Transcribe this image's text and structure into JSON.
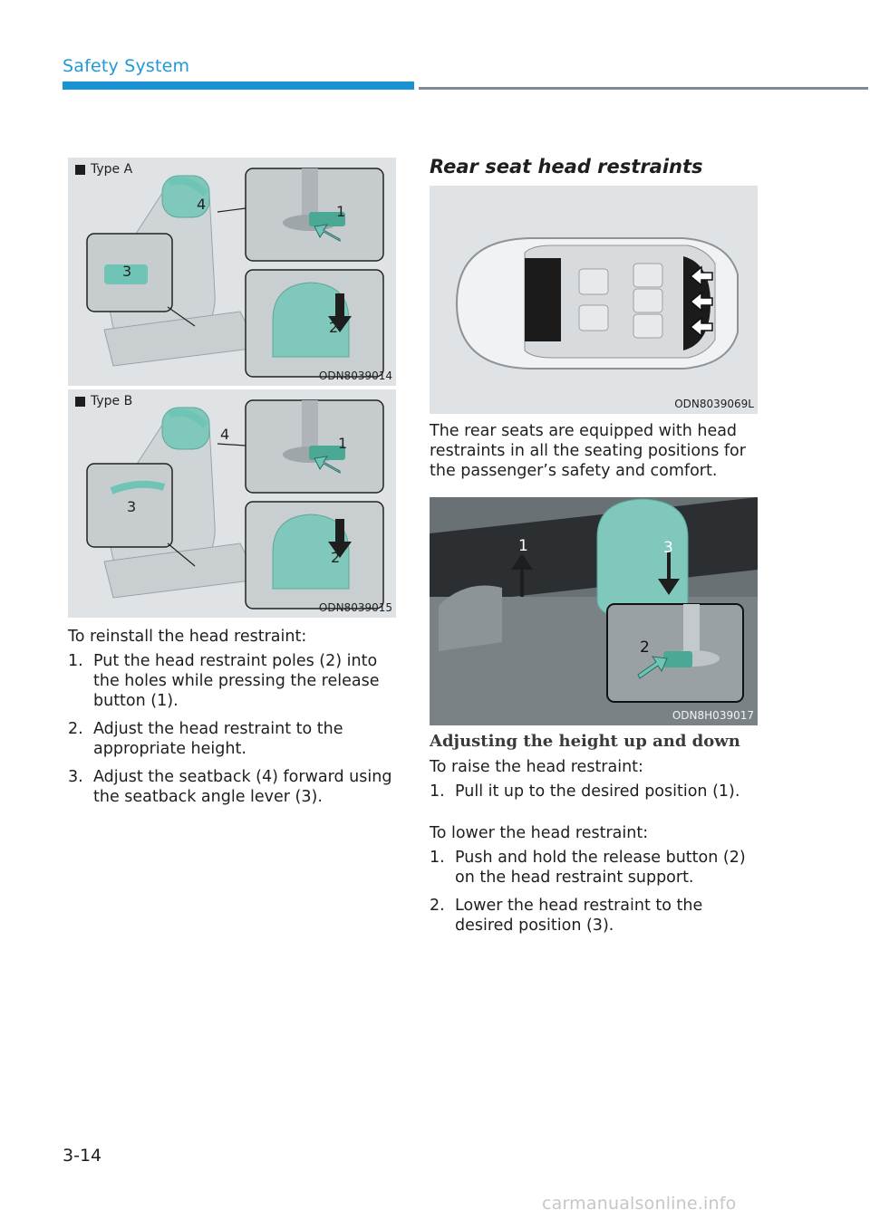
{
  "header": {
    "title": "Safety System"
  },
  "figures": {
    "type_a": {
      "label": "Type A",
      "code": "ODN8039014",
      "callouts": [
        "4",
        "1",
        "3",
        "2"
      ]
    },
    "type_b": {
      "label": "Type B",
      "code": "ODN8039015",
      "callouts": [
        "4",
        "1",
        "3",
        "2"
      ]
    },
    "rear_top": {
      "code": "ODN8039069L"
    },
    "rear_headrest": {
      "code": "ODN8H039017",
      "callouts": [
        "1",
        "3",
        "2"
      ]
    }
  },
  "left_column": {
    "intro": "To reinstall the head restraint:",
    "steps": [
      {
        "num": "1.",
        "text": "Put the head restraint poles (2) into the holes while pressing the release button (1)."
      },
      {
        "num": "2.",
        "text": "Adjust the head restraint to the appropriate height."
      },
      {
        "num": "3.",
        "text": "Adjust the seatback (4) forward using the seatback angle lever (3)."
      }
    ]
  },
  "right_column": {
    "section_title": "Rear seat head restraints",
    "description": "The rear seats are equipped with head restraints in all the seating positions for the passenger’s safety and comfort.",
    "subsection_title": "Adjusting the height up and down",
    "raise_intro": "To raise the head restraint:",
    "raise_steps": [
      {
        "num": "1.",
        "text": "Pull it up to the desired position (1)."
      }
    ],
    "lower_intro": "To lower the head restraint:",
    "lower_steps": [
      {
        "num": "1.",
        "text": "Push and hold the release button (2) on the head restraint support."
      },
      {
        "num": "2.",
        "text": "Lower the head restraint to the desired position (3)."
      }
    ]
  },
  "footer": {
    "page_number": "3-14",
    "watermark": "carmanualsonline.info"
  },
  "colors": {
    "accent_blue": "#1a93d4",
    "teal": "#6fc4b6",
    "figure_bg": "#dde1e3",
    "arrow_dark": "#1e1e1e"
  }
}
